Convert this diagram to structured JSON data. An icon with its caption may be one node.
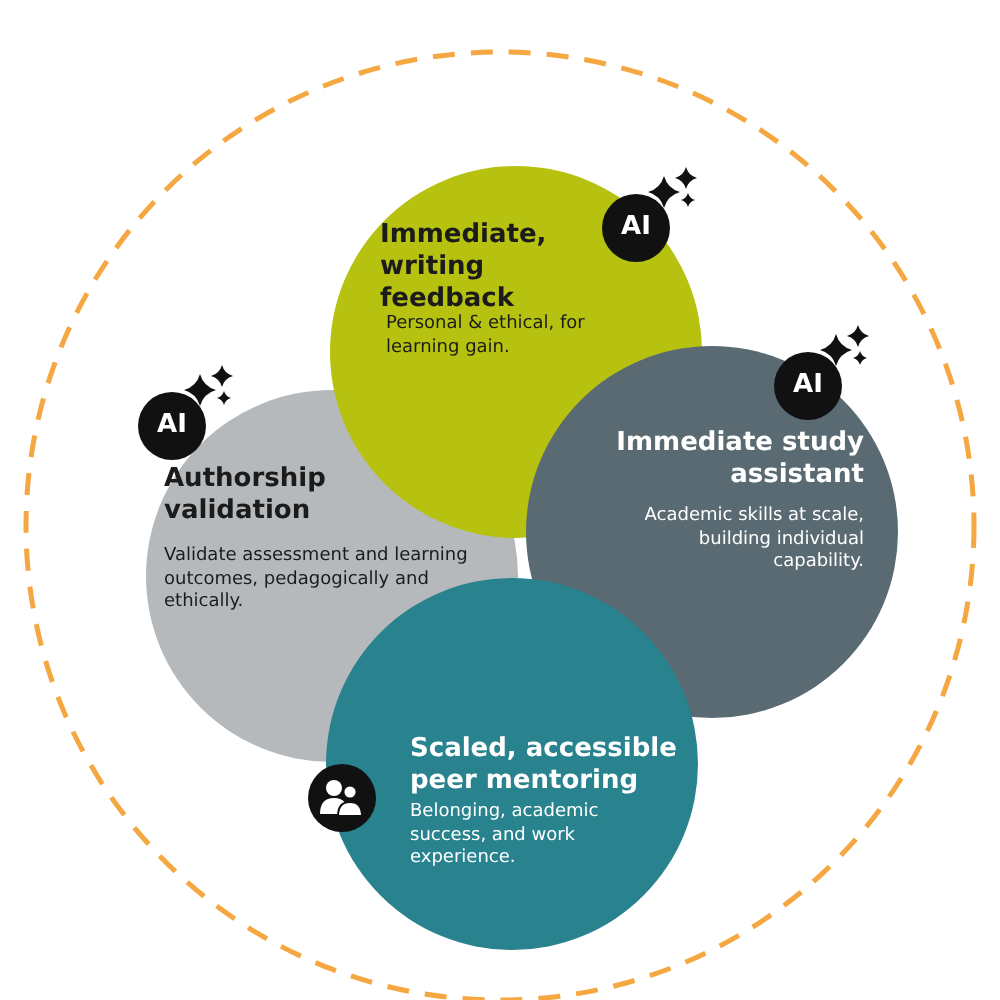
{
  "diagram": {
    "nodes": [
      {
        "text": [
          "Immediate, writing feedback",
          "Personal & ethical, for learning gain."
        ]
      },
      {
        "text": [
          "Authorship validation",
          "Validate assessment and learning outcomes, pedagogically and ethically."
        ]
      },
      {
        "text": [
          "Immediate study assistant",
          "Academic skills at scale, building individual capability."
        ]
      },
      {
        "text": [
          "Scaled, accessible peer mentoring",
          "Belonging, academic success, and work experience."
        ]
      }
    ],
    "labels": [
      "AI",
      "AI",
      "AI"
    ]
  }
}
